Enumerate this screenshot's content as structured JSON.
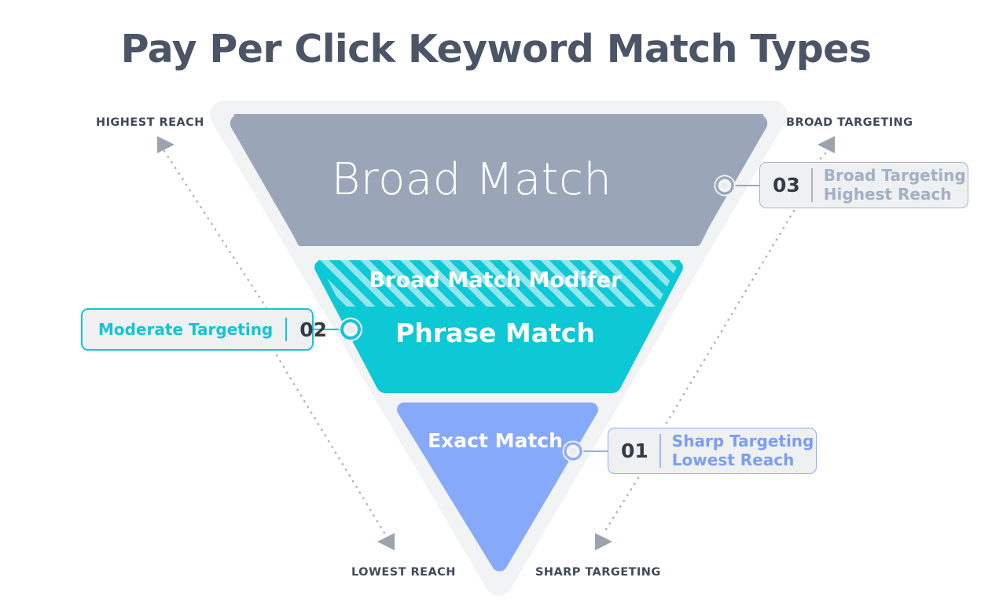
{
  "title": "Pay Per Click Keyword Match Types",
  "colors": {
    "background": "#ffffff",
    "title_text": "#4b5565",
    "funnel_outline": "#f2f3f5",
    "broad_match": "#9aa6b8",
    "phrase_match": "#0dc8d5",
    "exact_match": "#86a9fa",
    "callout_fill": "#eef0f1",
    "callout_03_border": "#a9b4c4",
    "callout_03_text": "#a3b0c4",
    "callout_02_border": "#12c6d4",
    "callout_02_text": "#14c4d3",
    "callout_01_border": "#8fadf7",
    "callout_01_text": "#7b9ef4",
    "number_text": "#333b45",
    "caption_text": "#3f4a5a",
    "dotted_line": "#a9b0ba",
    "arrow": "#9aa3ae",
    "segment_text": "#ffffff"
  },
  "funnel": {
    "segments": [
      {
        "id": "broad-match",
        "label": "Broad Match",
        "fill": "#9aa6b8",
        "hatched": false,
        "level": 3
      },
      {
        "id": "phrase-match",
        "label": "Phrase Match",
        "sub_label": "Broad Match Modifer",
        "fill": "#0dc8d5",
        "hatched": true,
        "level": 2
      },
      {
        "id": "exact-match",
        "label": "Exact Match",
        "fill": "#86a9fa",
        "hatched": false,
        "level": 1
      }
    ]
  },
  "captions": {
    "highest_reach": "HIGHEST REACH",
    "broad_targeting": "BROAD TARGETING",
    "lowest_reach": "LOWEST REACH",
    "sharp_targeting": "SHARP TARGETING"
  },
  "callouts": [
    {
      "id": "callout-01",
      "number": "01",
      "line1": "Sharp Targeting",
      "line2": "Lowest Reach",
      "accent": "#8fadf7",
      "target_segment": "exact-match"
    },
    {
      "id": "callout-02",
      "number": "02",
      "line1": "Moderate Targeting",
      "line2": "",
      "accent": "#12c6d4",
      "target_segment": "phrase-match"
    },
    {
      "id": "callout-03",
      "number": "03",
      "line1": "Broad Targeting",
      "line2": "Highest Reach",
      "accent": "#a9b4c4",
      "target_segment": "broad-match"
    }
  ],
  "arrows": {
    "top_left": "triangle-right-icon",
    "top_right": "triangle-left-icon",
    "bottom_left": "triangle-left-icon",
    "bottom_right": "triangle-right-icon"
  }
}
